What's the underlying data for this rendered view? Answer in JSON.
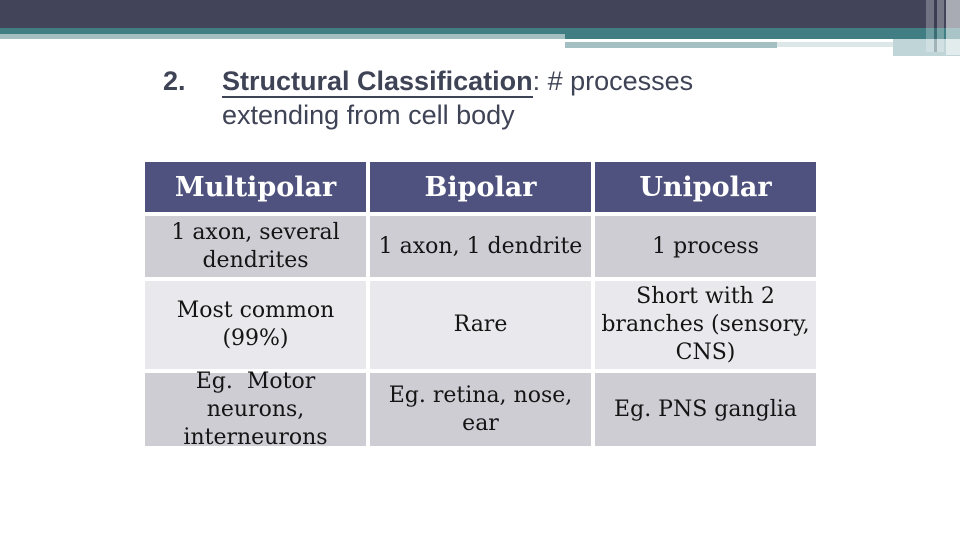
{
  "slide": {
    "title": {
      "number": "2.",
      "emphasis": "Structural Classification",
      "rest": ": # processes",
      "line2": "extending from cell body"
    },
    "table": {
      "headers": [
        "Multipolar",
        "Bipolar",
        "Unipolar"
      ],
      "rows": [
        {
          "cells": [
            "1 axon, several\ndendrites",
            "1 axon, 1 dendrite",
            "1 process"
          ]
        },
        {
          "cells": [
            "Most common\n(99%)",
            "Rare",
            "Short with 2\nbranches (sensory,\nCNS)"
          ]
        },
        {
          "cells": [
            "Eg.  Motor neurons,\ninterneurons",
            "Eg. retina, nose, ear",
            "Eg. PNS ganglia"
          ]
        }
      ]
    },
    "colors": {
      "top_bar": "#42455A",
      "teal_bar": "#417E83",
      "light_bar": "#A3BFC2",
      "title_text": "#3F4356",
      "table_header_bg": "#4F527E",
      "table_header_text": "#FFFFFF",
      "row_dark_bg": "#CECDD4",
      "row_light_bg": "#E9E8EC",
      "body_text": "#141414"
    }
  }
}
